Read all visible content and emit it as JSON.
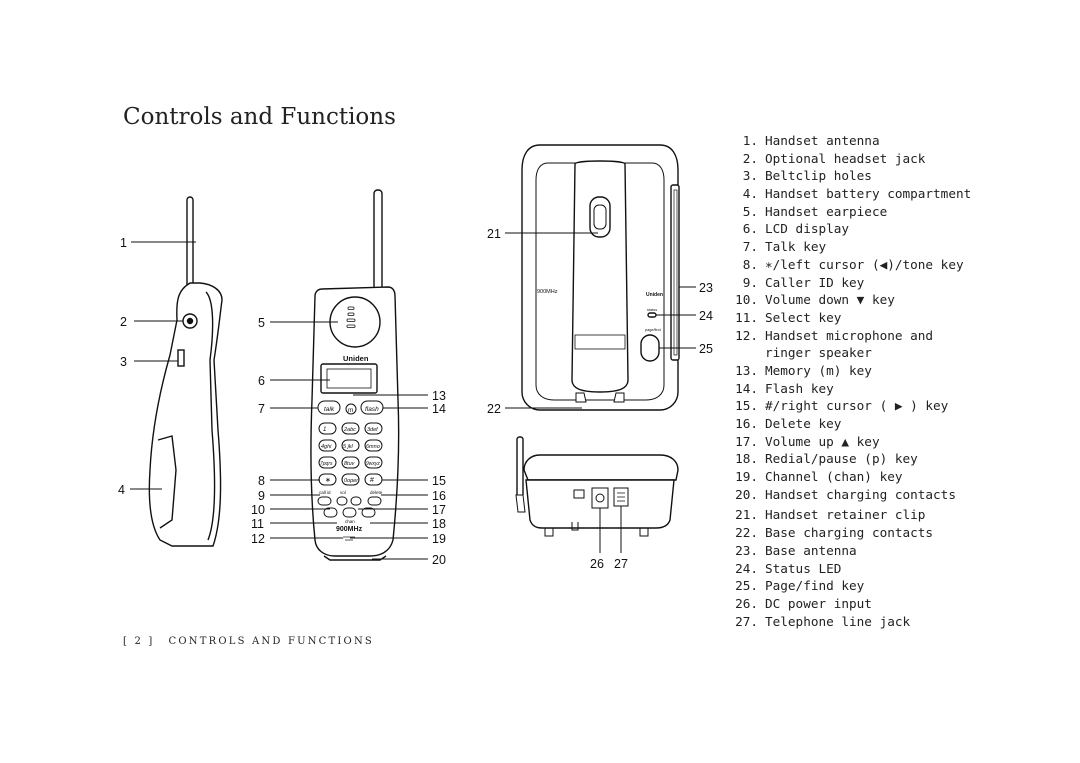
{
  "page": {
    "title": "Controls and Functions",
    "footer_page": "[ 2 ]",
    "footer_section": "CONTROLS AND FUNCTIONS"
  },
  "legend": [
    {
      "num": "1.",
      "text": "Handset antenna"
    },
    {
      "num": "2.",
      "text": "Optional headset jack"
    },
    {
      "num": "3.",
      "text": "Beltclip holes"
    },
    {
      "num": "4.",
      "text": "Handset battery compartment"
    },
    {
      "num": "5.",
      "text": "Handset earpiece"
    },
    {
      "num": "6.",
      "text": "LCD display"
    },
    {
      "num": "7.",
      "text": "Talk key"
    },
    {
      "num": "8.",
      "text": "∗/left cursor (◀)/tone key"
    },
    {
      "num": "9.",
      "text": "Caller ID key"
    },
    {
      "num": "10.",
      "text": "Volume down ▼ key"
    },
    {
      "num": "11.",
      "text": "Select key"
    },
    {
      "num": "12.",
      "text": "Handset microphone and ringer speaker"
    },
    {
      "num": "13.",
      "text": "Memory (m) key"
    },
    {
      "num": "14.",
      "text": "Flash key"
    },
    {
      "num": "15.",
      "text": "#/right cursor ( ▶ ) key"
    },
    {
      "num": "16.",
      "text": "Delete key"
    },
    {
      "num": "17.",
      "text": "Volume up ▲ key"
    },
    {
      "num": "18.",
      "text": "Redial/pause (p) key"
    },
    {
      "num": "19.",
      "text": "Channel (chan) key"
    },
    {
      "num": "20.",
      "text": "Handset charging contacts"
    },
    {
      "num": "21.",
      "text": "Handset retainer clip"
    },
    {
      "num": "22.",
      "text": "Base charging contacts"
    },
    {
      "num": "23.",
      "text": "Base antenna"
    },
    {
      "num": "24.",
      "text": "Status LED"
    },
    {
      "num": "25.",
      "text": "Page/find key"
    },
    {
      "num": "26.",
      "text": "DC power input"
    },
    {
      "num": "27.",
      "text": "Telephone line jack"
    }
  ],
  "callouts": {
    "c1": "1",
    "c2": "2",
    "c3": "3",
    "c4": "4",
    "c5": "5",
    "c6": "6",
    "c7": "7",
    "c8": "8",
    "c9": "9",
    "c10": "10",
    "c11": "11",
    "c12": "12",
    "c13": "13",
    "c14": "14",
    "c15": "15",
    "c16": "16",
    "c17": "17",
    "c18": "18",
    "c19": "19",
    "c20": "20",
    "c21": "21",
    "c22": "22",
    "c23": "23",
    "c24": "24",
    "c25": "25",
    "c26": "26",
    "c27": "27"
  },
  "handset": {
    "brand": "Uniden",
    "band": "900MHz",
    "talk_label": "talk",
    "flash_label": "flash",
    "memory_label": "m",
    "keys": {
      "k1": "1",
      "k2": "2abc",
      "k3": "3def",
      "k4": "4ghi",
      "k5": "5 jkl",
      "k6": "6mno",
      "k7": "7pqrs",
      "k8": "8tuv",
      "k9": "9wxyz",
      "k_star": "∗",
      "k0": "0oper",
      "k_hash": "#"
    },
    "fn_labels": {
      "caller_id": "call id",
      "chan": "chan",
      "delete": "delete",
      "vol": "vol"
    }
  },
  "base": {
    "brand": "Uniden",
    "band": "900MHz",
    "status_label": "status",
    "page_label": "page/find"
  }
}
